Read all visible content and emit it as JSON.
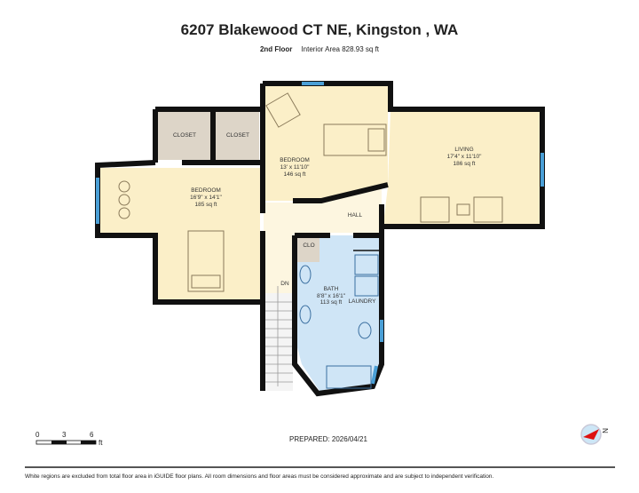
{
  "header": {
    "title": "6207 Blakewood CT NE, Kingston , WA",
    "floor": "2nd Floor",
    "area": "Interior Area 828.93 sq ft"
  },
  "rooms": {
    "closet1": "CLOSET",
    "closet2": "CLOSET",
    "bedroom1": {
      "name": "BEDROOM",
      "dims": "16'9\" x 14'1\"",
      "area": "185 sq ft"
    },
    "bedroom2": {
      "name": "BEDROOM",
      "dims": "13' x 11'10\"",
      "area": "146 sq ft"
    },
    "living": {
      "name": "LIVING",
      "dims": "17'4\" x 11'10\"",
      "area": "186 sq ft"
    },
    "hall": "HALL",
    "clo": "CLO",
    "bath": {
      "name": "BATH",
      "dims": "8'8\" x 16'1\"",
      "area": "113 sq ft"
    },
    "laundry": "LAUNDRY",
    "dn": "DN"
  },
  "colors": {
    "bedroom": "#fbefc8",
    "bath": "#cfe5f6",
    "closet": "#ddd5c8",
    "wall": "#111111",
    "window": "#4a9fd6"
  },
  "scale": {
    "ticks": [
      "0",
      "3",
      "6"
    ],
    "unit": "ft"
  },
  "compass": {
    "label": "N"
  },
  "footer": {
    "prepared": "PREPARED: 2026/04/21",
    "disclaimer": "White regions are excluded from total floor area in iGUIDE floor plans. All room dimensions and floor areas must be considered approximate and are subject to independent verification."
  }
}
